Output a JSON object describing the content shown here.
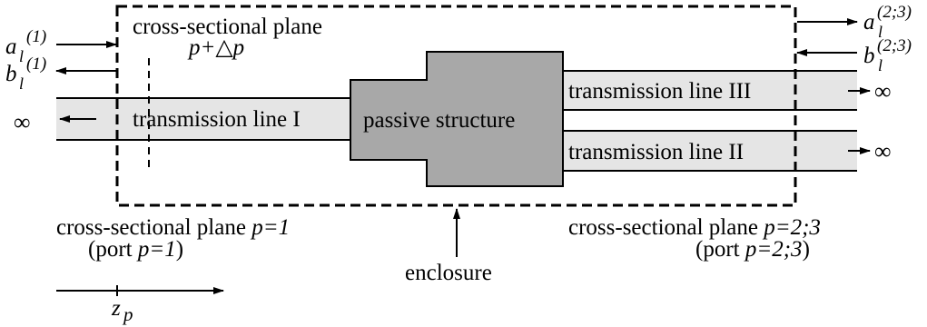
{
  "labels": {
    "plane_top_line1": "cross-sectional plane",
    "plane_top_line2": "p+△p",
    "line1": "transmission line I",
    "line2": "transmission line II",
    "line3": "transmission line III",
    "passive": "passive structure",
    "plane1_text": "cross-sectional plane",
    "plane1_var": "p=1",
    "port1_open": "(port",
    "port1_var": "p=1",
    "port1_close": ")",
    "plane23_text": "cross-sectional plane",
    "plane23_var": "p=2;3",
    "port23_open": "(port",
    "port23_var": "p=2;3",
    "port23_close": ")",
    "enclosure": "enclosure",
    "z_letter": "z",
    "z_sub": "p",
    "infinity": "∞",
    "a_letter": "a",
    "b_letter": "b",
    "sub_l": "l",
    "sup_1": "(1)",
    "sup_23": "(2;3)"
  },
  "colors": {
    "line_fill": "#e5e5e5",
    "structure_fill": "#a8a8a8",
    "stroke": "#000000"
  }
}
